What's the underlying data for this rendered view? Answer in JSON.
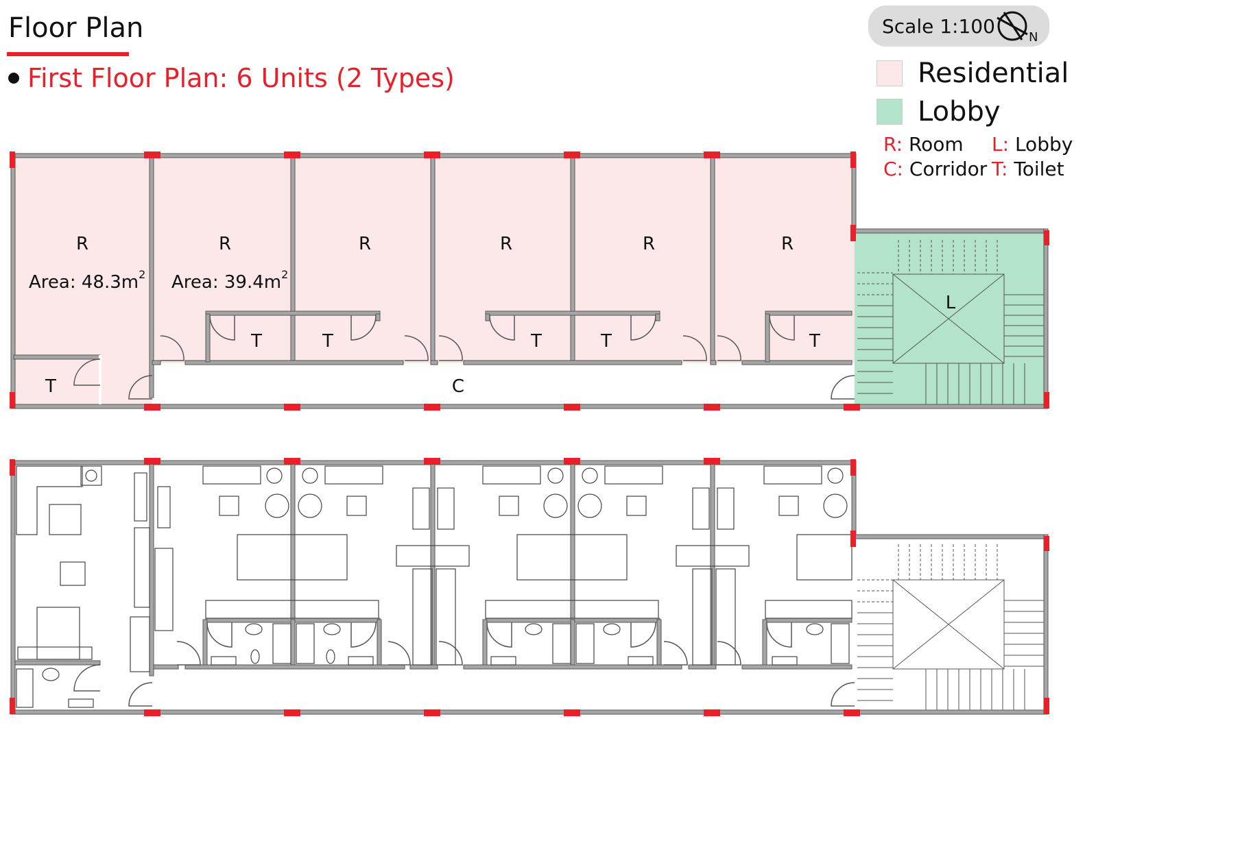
{
  "header": {
    "title": "Floor Plan",
    "subtitle": "First Floor Plan: 6 Units (2 Types)"
  },
  "scale": {
    "label": "Scale 1:100",
    "north": "N"
  },
  "legend": [
    {
      "label": "Residential",
      "color": "#fce8e8"
    },
    {
      "label": "Lobby",
      "color": "#b3e3c9"
    }
  ],
  "abbreviations": [
    {
      "key": "R:",
      "value": "Room"
    },
    {
      "key": "L:",
      "value": "Lobby"
    },
    {
      "key": "C:",
      "value": "Corridor"
    },
    {
      "key": "T:",
      "value": "Toilet"
    }
  ],
  "plan": {
    "rooms": [
      {
        "label": "R",
        "area": "Area: 48.3m",
        "sup": "2"
      },
      {
        "label": "R",
        "area": "Area: 39.4m",
        "sup": "2"
      },
      {
        "label": "R"
      },
      {
        "label": "R"
      },
      {
        "label": "R"
      },
      {
        "label": "R"
      }
    ],
    "toilet_label": "T",
    "corridor_label": "C",
    "lobby_label": "L"
  },
  "colors": {
    "accent": "#e8202a",
    "wall": "#a6a6a6",
    "wall_stroke": "#555555",
    "residential": "#fce8e8",
    "lobby": "#b3e3c9"
  }
}
